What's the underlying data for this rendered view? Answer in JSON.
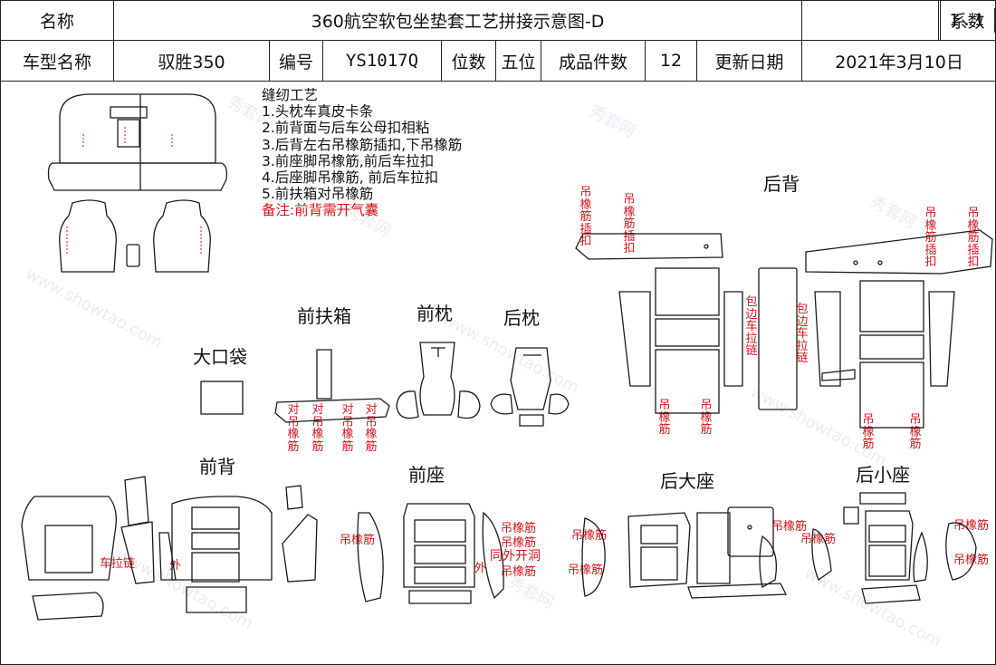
{
  "header": {
    "name_label": "名称",
    "title": "360航空软包坐垫套工艺拼接示意图-D",
    "coef_label": "系数",
    "coef_value": "1.1",
    "model_label": "车型名称",
    "model_value": "驭胜350",
    "code_label": "编号",
    "code_value": "YS1017Q",
    "pos_label": "位数",
    "pos_value": "五位",
    "count_label": "成品件数",
    "count_value": "12",
    "date_label": "更新日期",
    "date_value": "2021年3月10日"
  },
  "notes": {
    "title": "缝纫工艺",
    "lines": [
      "1.头枕车真皮卡条",
      "2.前背面与后车公母扣相粘",
      "3.后背左右吊橡筋插扣,下吊橡筋",
      "3.前座脚吊橡筋,前后车拉扣",
      "4.后座脚吊橡筋, 前后车拉扣",
      "5.前扶箱对吊橡筋"
    ],
    "remark": "备注:前背需开气囊"
  },
  "sections": {
    "rear_back": "后背",
    "front_armrest": "前扶箱",
    "front_pillow": "前枕",
    "rear_pillow": "后枕",
    "big_pocket": "大口袋",
    "front_back": "前背",
    "front_seat": "前座",
    "rear_big_seat": "后大座",
    "rear_small_seat": "后小座"
  },
  "marks": {
    "hang_rubber_clip": "吊橡筋插扣",
    "hang_rubber": "吊橡筋",
    "wrap_zipper": "包边车拉链",
    "pair_hang_rubber": "对吊橡筋",
    "car_zipper": "车拉链",
    "outer": "外",
    "outer_open_hole": "同外开洞"
  },
  "watermark": {
    "site": "www.showtao.com",
    "brand": "秀套网"
  }
}
